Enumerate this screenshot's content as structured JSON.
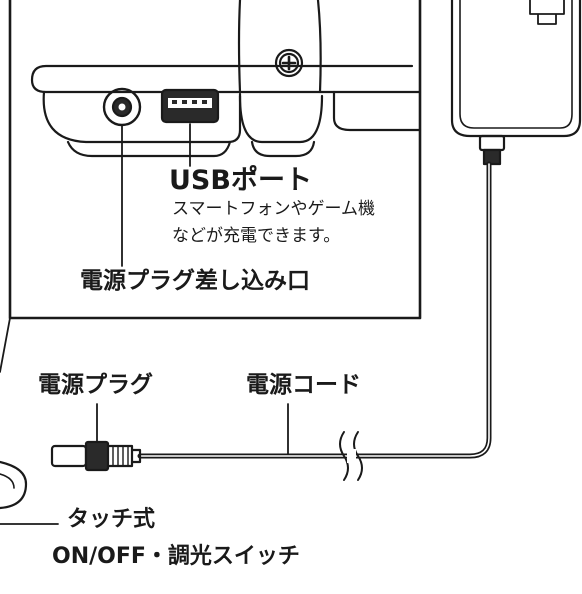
{
  "labels": {
    "usb_port": "USBポート",
    "usb_desc_line1": "スマートフォンやゲーム機",
    "usb_desc_line2": "などが充電できます。",
    "power_jack": "電源プラグ差し込み口",
    "power_plug": "電源プラグ",
    "power_cord": "電源コード",
    "touch_type": "タッチ式",
    "switch_name": "ON/OFF・調光スイッチ"
  },
  "colors": {
    "line": "#1a1a1a",
    "part_fill": "#ffffff",
    "dark_part": "#2a2a2a"
  },
  "icons": [
    "screw-icon",
    "usb-port-icon",
    "dc-jack-icon",
    "plug-icon"
  ]
}
